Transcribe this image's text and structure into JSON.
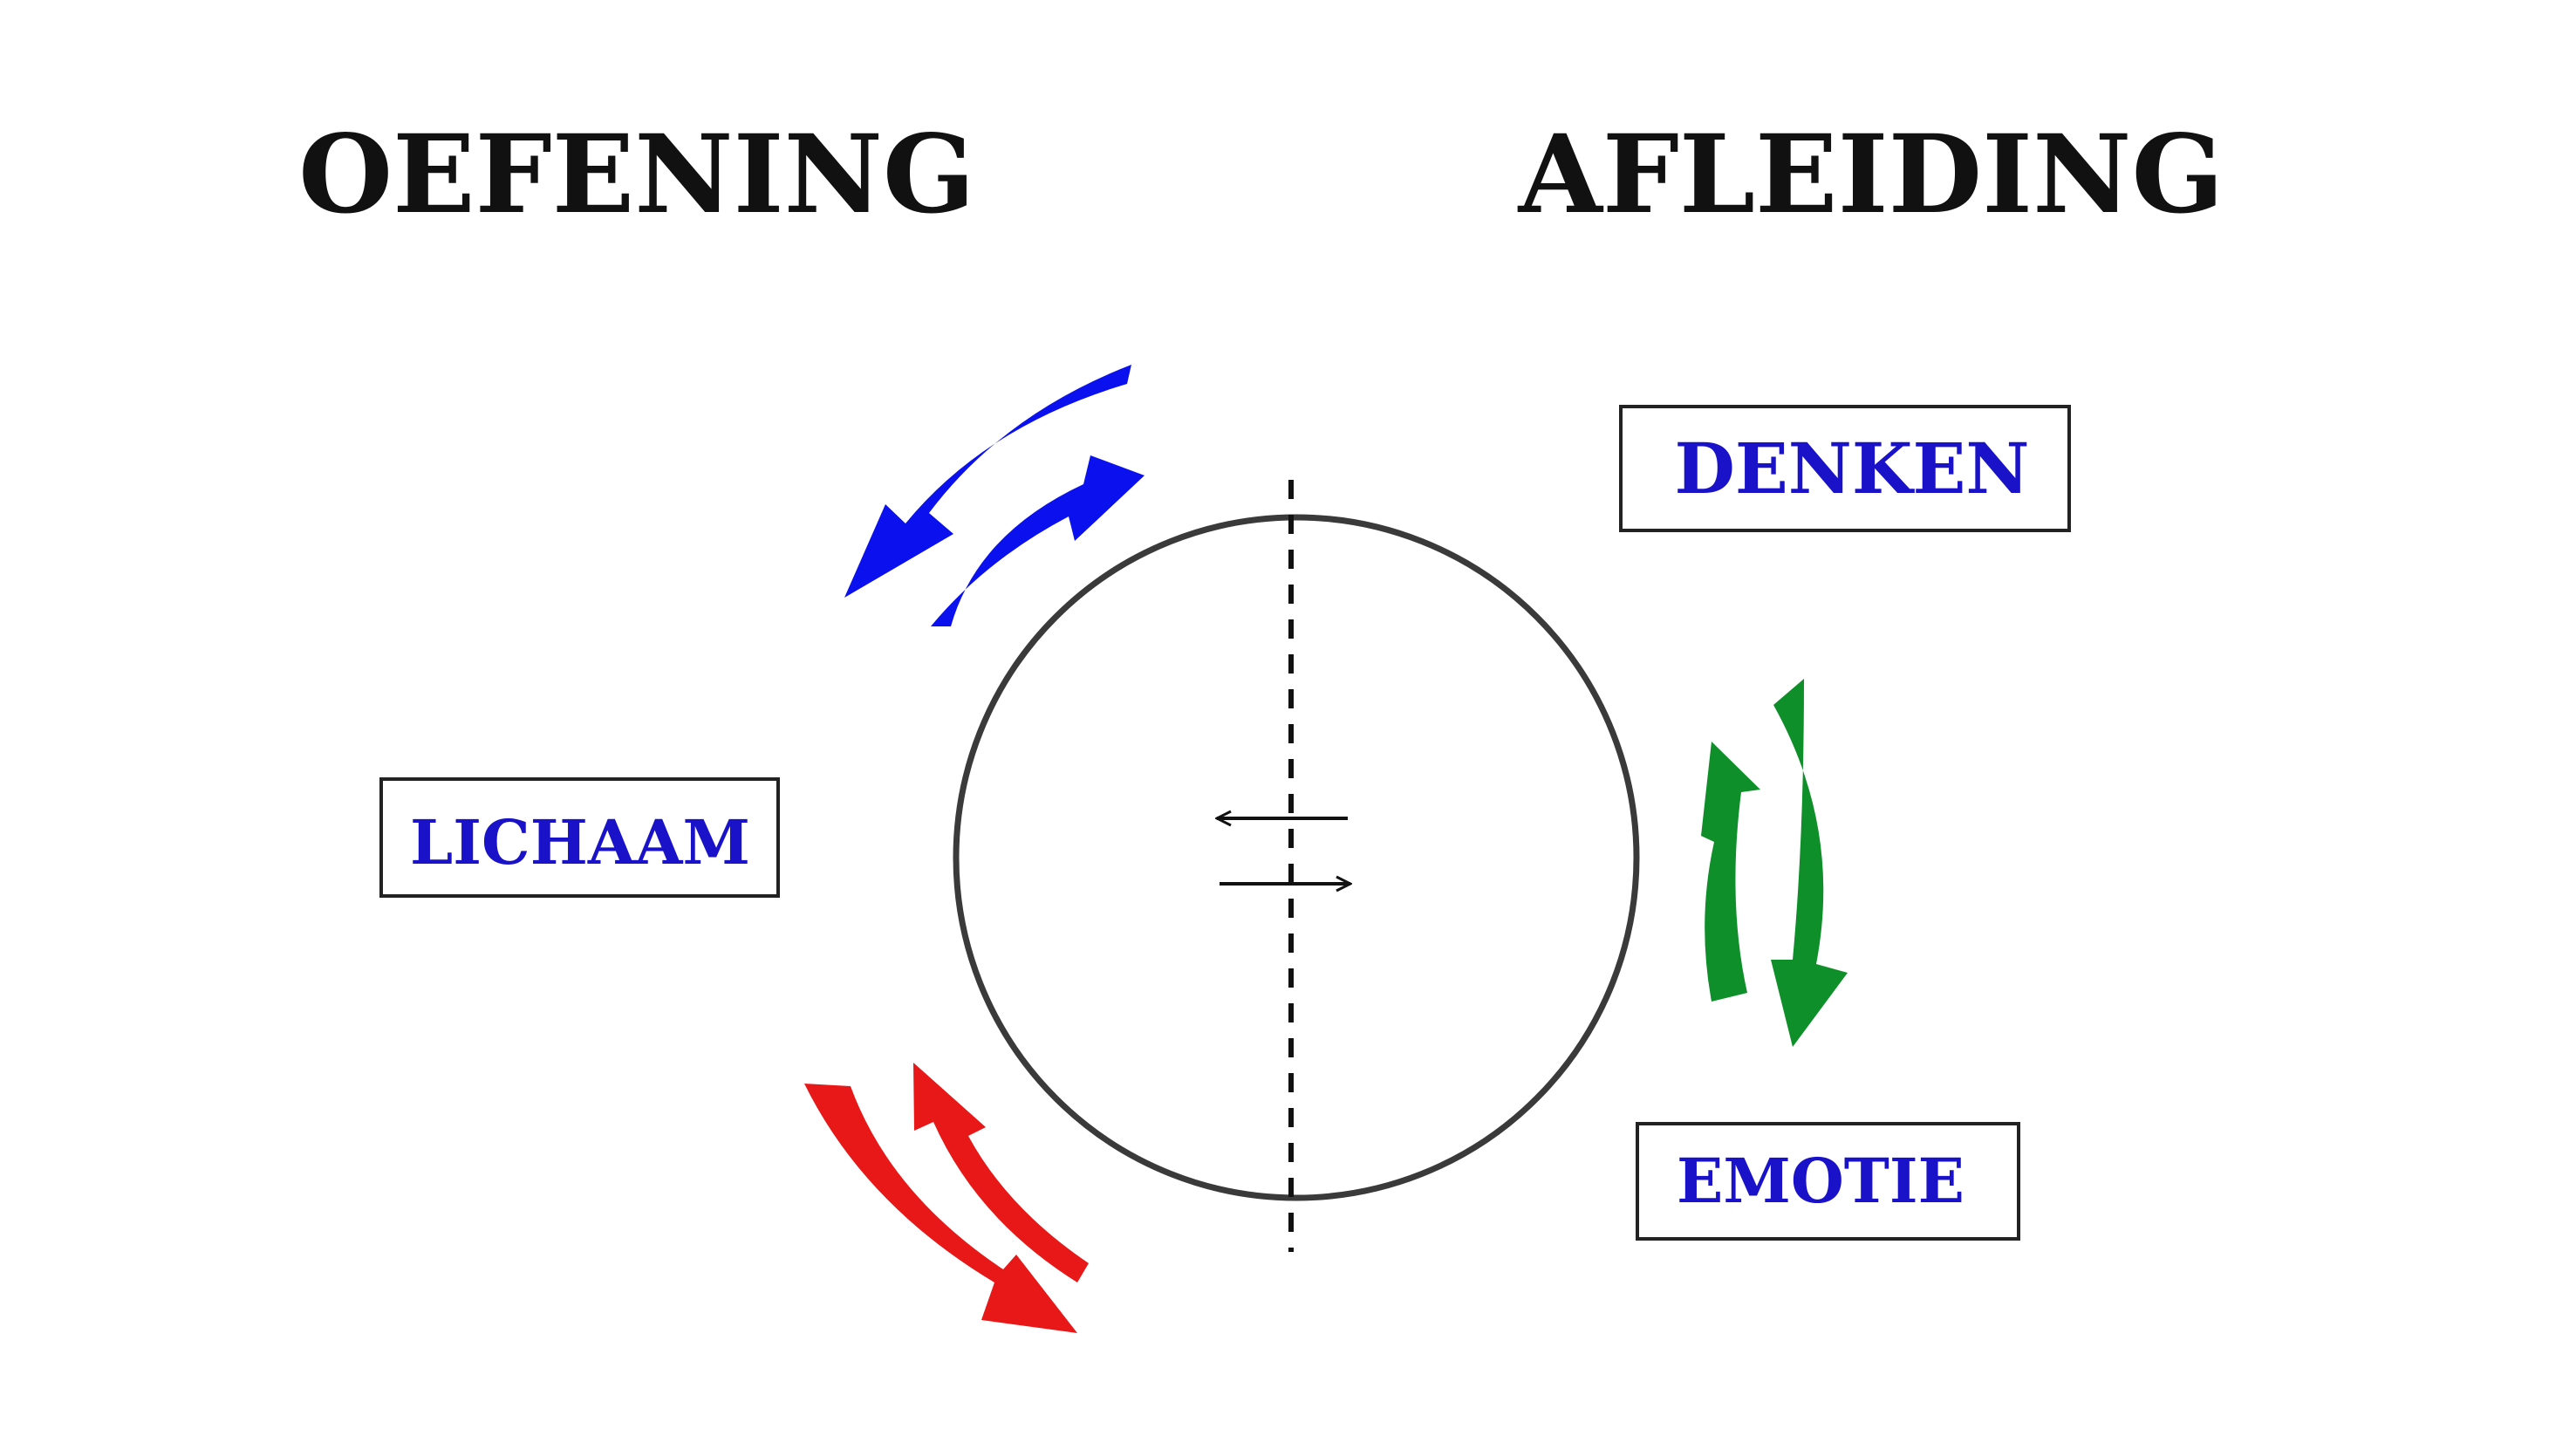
{
  "headings": {
    "left": "OEFENING",
    "right": "AFLEIDING"
  },
  "labels": {
    "denken": "DENKEN",
    "lichaam": "LICHAAM",
    "emotie": "EMOTIE"
  },
  "colors": {
    "heading": "#111111",
    "label_text": "#1a12c8",
    "box_border": "#222222",
    "circle": "#3a3a3a",
    "arrow_blue": "#0a10ee",
    "arrow_green": "#0f8f2a",
    "arrow_red": "#e81818"
  },
  "icons": {
    "top_left": "blue-double-curved-arrows-icon",
    "right": "green-double-curved-arrows-icon",
    "bottom_left": "red-double-curved-arrows-icon",
    "center": "left-right-exchange-arrows-icon"
  }
}
